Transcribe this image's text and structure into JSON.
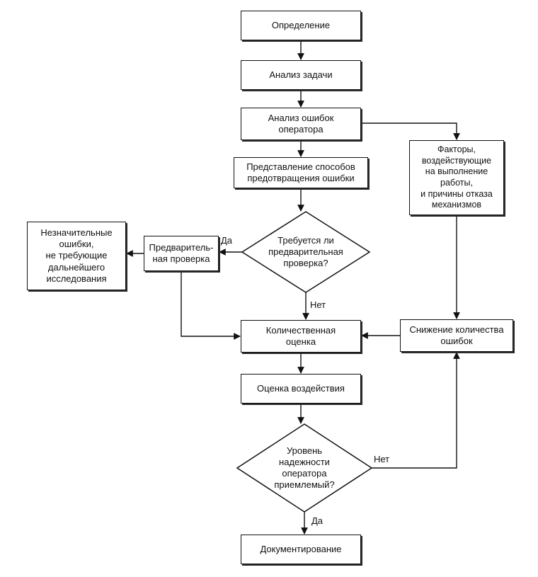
{
  "diagram": {
    "type": "flowchart",
    "language": "ru",
    "colors": {
      "stroke": "#111111",
      "node_fill": "#ffffff",
      "background": "#ffffff",
      "text": "#111111"
    },
    "nodes": {
      "opredelenie": {
        "shape": "rect",
        "label": "Определение"
      },
      "analiz_zadachi": {
        "shape": "rect",
        "label": "Анализ задачи"
      },
      "analiz_oshibok": {
        "shape": "rect",
        "label": "Анализ ошибок\nоператора"
      },
      "faktory": {
        "shape": "rect",
        "label": "Факторы,\nвоздействующие\nна выполнение\nработы,\nи причины отказа\nмеханизмов"
      },
      "predstavlenie": {
        "shape": "rect",
        "label": "Представление способов\nпредотвращения ошибки"
      },
      "trebuetsya_proverka": {
        "shape": "diamond",
        "label": "Требуется ли\nпредварительная\nпроверка?"
      },
      "predvaritelnaya_proverka": {
        "shape": "rect",
        "label": "Предваритель-\nная проверка"
      },
      "neznachitelnye_oshibki": {
        "shape": "rect",
        "label": "Незначительные\nошибки,\nне требующие\nдальнейшего\nисследования"
      },
      "kolichestvennaya_otsenka": {
        "shape": "rect",
        "label": "Количественная\nоценка"
      },
      "snizhenie_oshibok": {
        "shape": "rect",
        "label": "Снижение количества\nошибок"
      },
      "otsenka_vozdeystviya": {
        "shape": "rect",
        "label": "Оценка воздействия"
      },
      "uroven_nadezhnosti": {
        "shape": "diamond",
        "label": "Уровень\nнадежности\nоператора\nприемлемый?"
      },
      "dokumentirovanie": {
        "shape": "rect",
        "label": "Документирование"
      }
    },
    "edge_labels": {
      "check_yes": "Да",
      "check_no": "Нет",
      "reliability_no": "Нет",
      "reliability_yes": "Да"
    },
    "edges": [
      {
        "from": "opredelenie",
        "to": "analiz_zadachi"
      },
      {
        "from": "analiz_zadachi",
        "to": "analiz_oshibok"
      },
      {
        "from": "analiz_oshibok",
        "to": "faktory"
      },
      {
        "from": "analiz_oshibok",
        "to": "predstavlenie"
      },
      {
        "from": "predstavlenie",
        "to": "trebuetsya_proverka"
      },
      {
        "from": "trebuetsya_proverka",
        "to": "predvaritelnaya_proverka",
        "label": "Да"
      },
      {
        "from": "trebuetsya_proverka",
        "to": "kolichestvennaya_otsenka",
        "label": "Нет"
      },
      {
        "from": "predvaritelnaya_proverka",
        "to": "neznachitelnye_oshibki"
      },
      {
        "from": "predvaritelnaya_proverka",
        "to": "kolichestvennaya_otsenka"
      },
      {
        "from": "faktory",
        "to": "snizhenie_oshibok"
      },
      {
        "from": "snizhenie_oshibok",
        "to": "kolichestvennaya_otsenka"
      },
      {
        "from": "kolichestvennaya_otsenka",
        "to": "otsenka_vozdeystviya"
      },
      {
        "from": "otsenka_vozdeystviya",
        "to": "uroven_nadezhnosti"
      },
      {
        "from": "uroven_nadezhnosti",
        "to": "snizhenie_oshibok",
        "label": "Нет"
      },
      {
        "from": "uroven_nadezhnosti",
        "to": "dokumentirovanie",
        "label": "Да"
      }
    ]
  }
}
